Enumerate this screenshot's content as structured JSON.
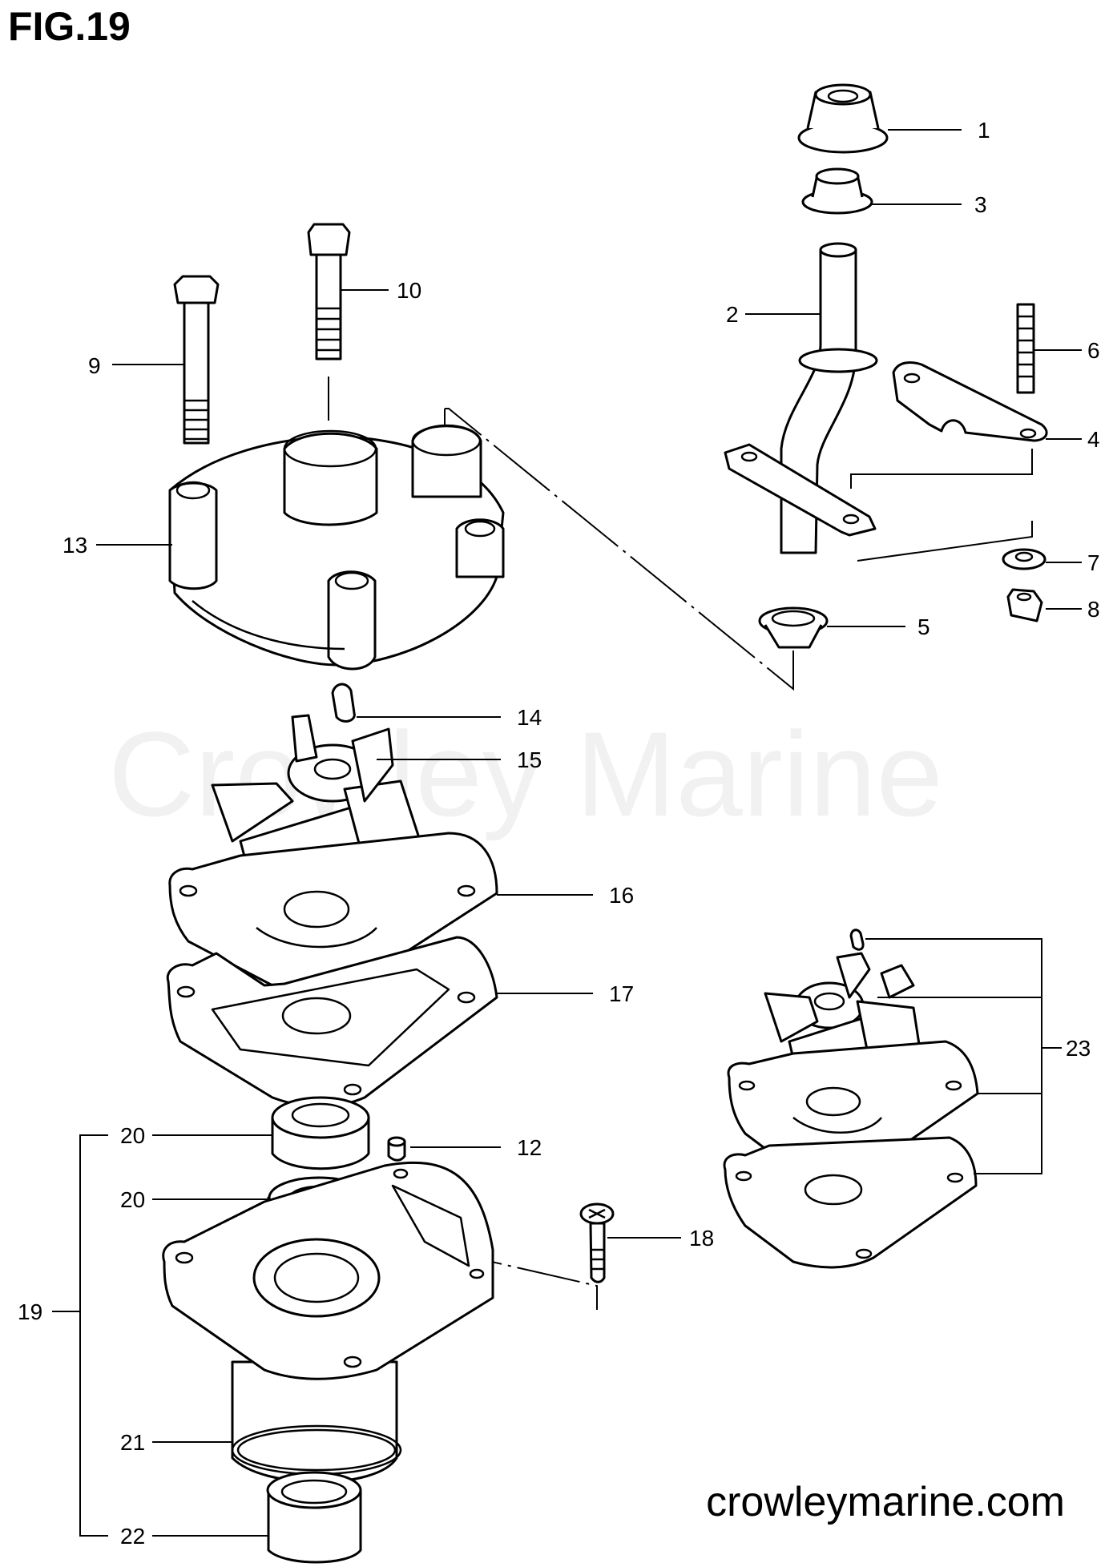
{
  "figure": {
    "title": "FIG.19"
  },
  "watermark": "Crowley Marine",
  "website": "crowleymarine.com",
  "parts": {
    "p1": "1",
    "p2": "2",
    "p3": "3",
    "p4": "4",
    "p5": "5",
    "p6": "6",
    "p7": "7",
    "p8": "8",
    "p9": "9",
    "p10": "10",
    "p12": "12",
    "p13": "13",
    "p14": "14",
    "p15": "15",
    "p16": "16",
    "p17": "17",
    "p18": "18",
    "p19": "19",
    "p20a": "20",
    "p20b": "20",
    "p21": "21",
    "p22": "22",
    "p23": "23"
  }
}
